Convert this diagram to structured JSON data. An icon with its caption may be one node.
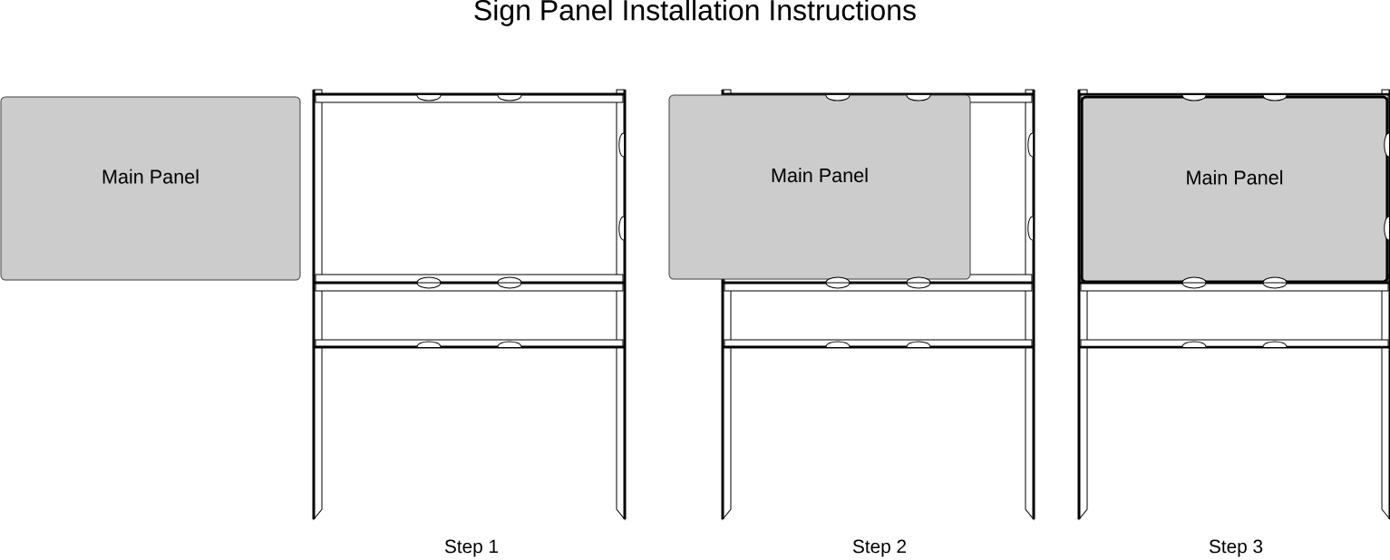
{
  "diagram": {
    "title": "Sign Panel Installation Instructions",
    "nodes": [
      {
        "text": [
          "Main Panel"
        ]
      },
      {
        "text": [
          "Main Panel"
        ]
      },
      {
        "text": [
          "Main Panel"
        ]
      }
    ],
    "labels": [
      "Step 1",
      "Step 2",
      "Step 3"
    ]
  }
}
